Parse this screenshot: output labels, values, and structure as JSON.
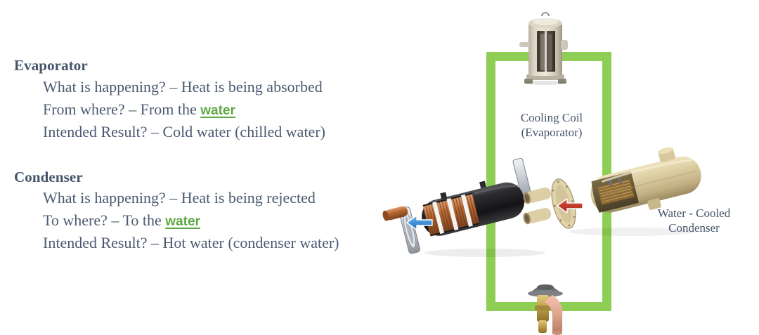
{
  "slide": {
    "background_color": "#ffffff",
    "text_color": "#44546a",
    "accent_green": "#8ece54",
    "link_green": "#5fa843",
    "hot_arrow_color": "#c0392b",
    "cold_arrow_color": "#3d8fd8"
  },
  "sections": [
    {
      "heading": "Evaporator",
      "lines": [
        {
          "prefix": "What is happening? – Heat is being absorbed",
          "link": "",
          "suffix": ""
        },
        {
          "prefix": "From where? – From the ",
          "link": "water",
          "suffix": ""
        },
        {
          "prefix": "Intended Result? – Cold water (chilled water)",
          "link": "",
          "suffix": ""
        }
      ]
    },
    {
      "heading": "Condenser",
      "lines": [
        {
          "prefix": "What is happening? – Heat is being rejected",
          "link": "",
          "suffix": ""
        },
        {
          "prefix": "To where? –  To the ",
          "link": "water",
          "suffix": ""
        },
        {
          "prefix": "Intended Result? – Hot water (condenser water)",
          "link": "",
          "suffix": ""
        }
      ]
    }
  ],
  "diagram": {
    "labels": {
      "evaporator_line1": "Cooling Coil",
      "evaporator_line2": "(Evaporator)",
      "condenser_line1": "Water - Cooled",
      "condenser_line2": "Condenser"
    },
    "components": {
      "compressor": "compressor-cutaway-image",
      "evaporator": "shell-and-tube-evaporator-cutaway-image",
      "condenser": "water-cooled-condenser-cutaway-image",
      "expansion_valve": "thermal-expansion-valve-image"
    },
    "arrows": {
      "hot": "red-arrow-left",
      "cold": "blue-arrow-right"
    },
    "refrigerant_loop": "green-refrigerant-loop"
  }
}
